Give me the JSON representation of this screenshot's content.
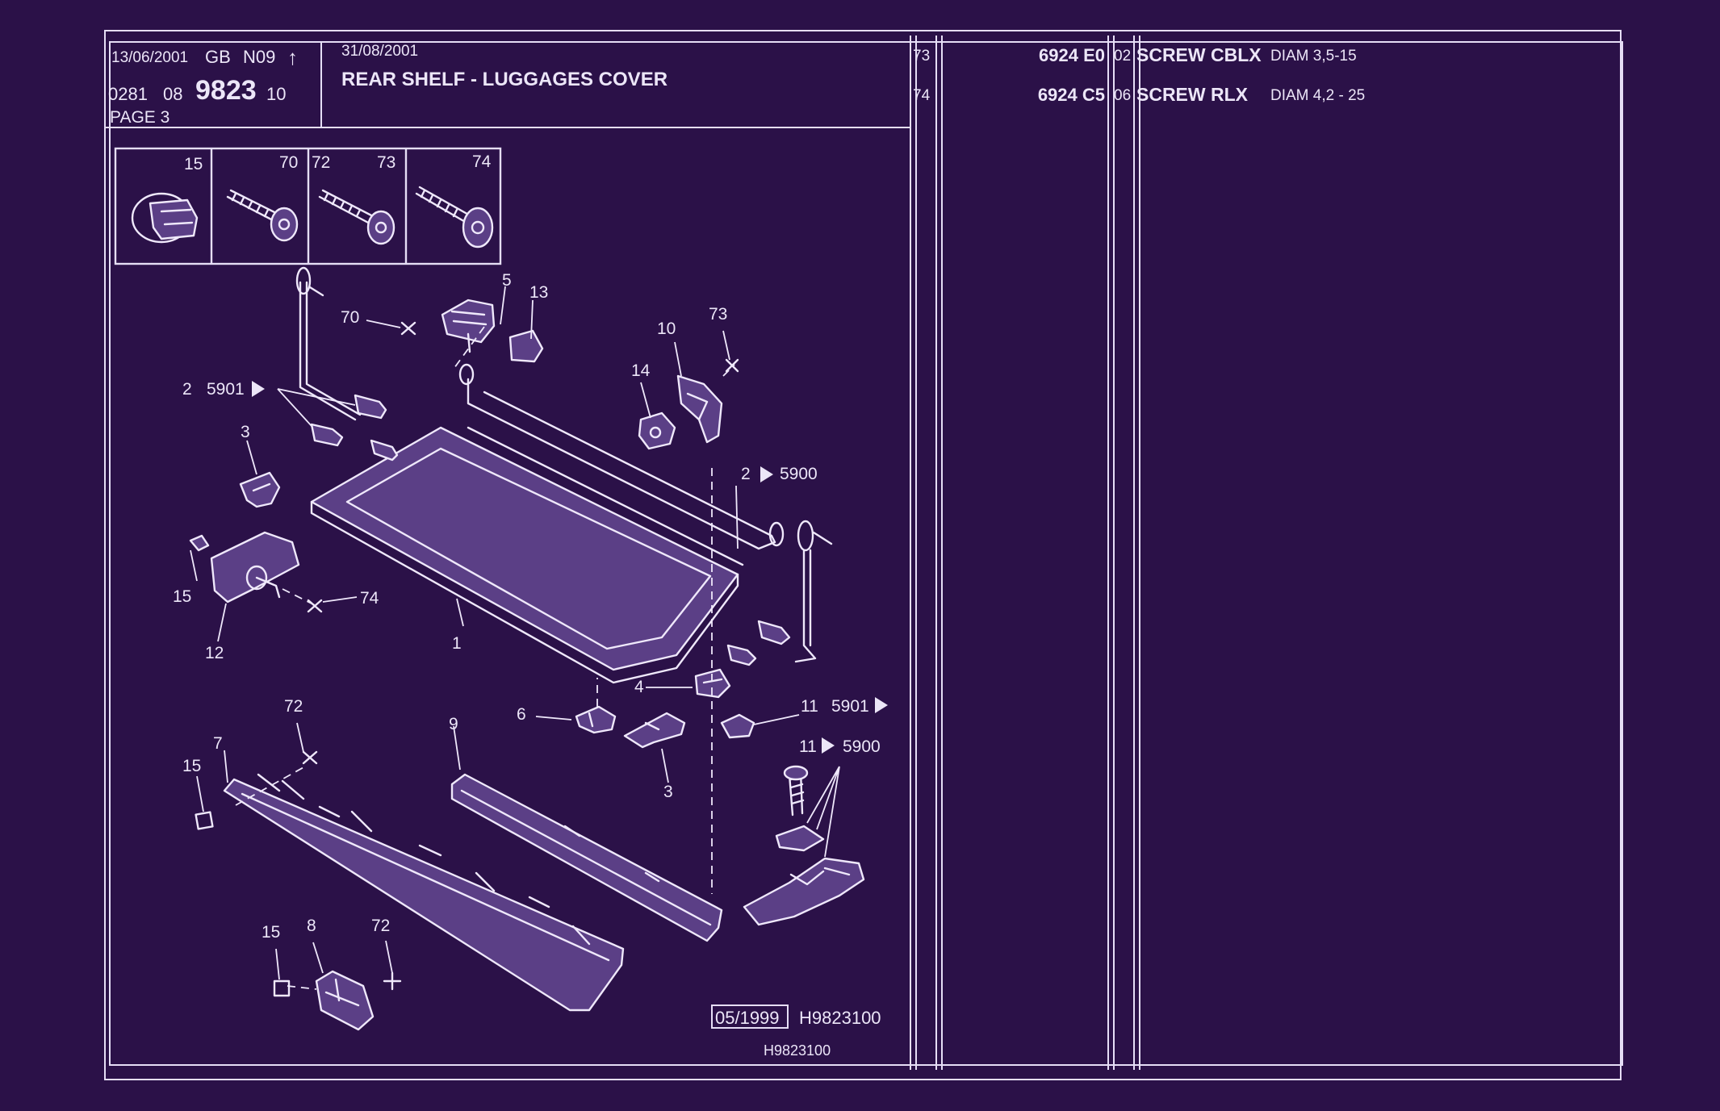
{
  "colors": {
    "background": "#2b1148",
    "ink": "#ece6f8"
  },
  "header": {
    "date": "13/06/2001",
    "lang": "GB",
    "code": "N09",
    "arrow": "↑",
    "ref_prefix": "0281",
    "ref_mid": "08",
    "ref_main": "9823",
    "ref_suffix": "10",
    "page": "PAGE 3",
    "issue_date": "31/08/2001",
    "title": "REAR SHELF - LUGGAGES COVER"
  },
  "thumbnails": [
    {
      "label": "15"
    },
    {
      "label": "70"
    },
    {
      "label": "72"
    },
    {
      "label": "73"
    },
    {
      "label": "74"
    }
  ],
  "callouts": {
    "c5": "5",
    "c13": "13",
    "c70": "70",
    "c10": "10",
    "c73": "73",
    "c2a": "2",
    "c5901a": "5901",
    "c14": "14",
    "c3a": "3",
    "c2b": "2",
    "c5900a": "5900",
    "c15a": "15",
    "c74": "74",
    "c12": "12",
    "c1": "1",
    "c4": "4",
    "c11a": "11",
    "c5901b": "5901",
    "c72a": "72",
    "c6": "6",
    "c9": "9",
    "c7": "7",
    "c15b": "15",
    "c11b": "11",
    "c5900b": "5900",
    "c3b": "3",
    "c15c": "15",
    "c8": "8",
    "c72b": "72"
  },
  "footer": {
    "box_date": "05/1999",
    "drawing_ref": "H9823100",
    "bottom_ref": "H9823100"
  },
  "parts": [
    {
      "item": "73",
      "number": "6924 E0",
      "qty": "02",
      "name": "SCREW CBLX",
      "spec": "DIAM 3,5-15"
    },
    {
      "item": "74",
      "number": "6924 C5",
      "qty": "06",
      "name": "SCREW RLX",
      "spec": "DIAM 4,2 - 25"
    }
  ]
}
